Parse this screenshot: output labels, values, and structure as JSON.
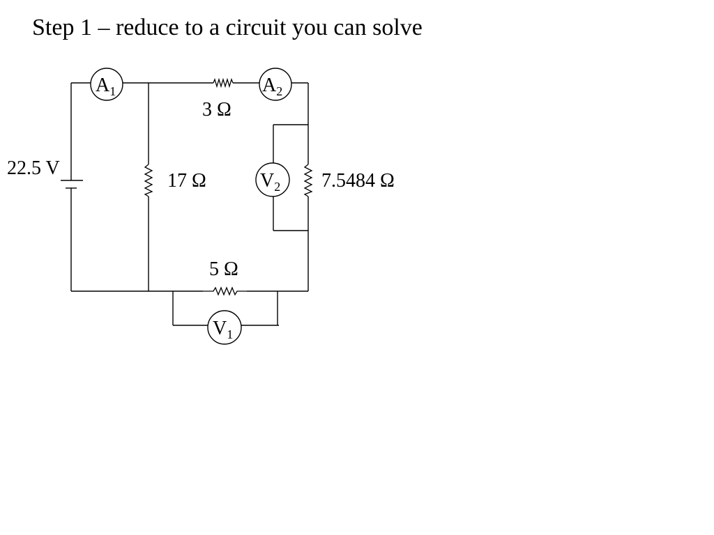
{
  "slide": {
    "title": "Step 1 – reduce to a circuit you can solve"
  },
  "circuit": {
    "source": {
      "label": "22.5 V"
    },
    "resistors": {
      "r_top": "3 Ω",
      "r_left": "17 Ω",
      "r_right": "7.5484 Ω",
      "r_bottom": "5 Ω"
    },
    "meters": {
      "a1": {
        "letter": "A",
        "index": "1"
      },
      "a2": {
        "letter": "A",
        "index": "2"
      },
      "v1": {
        "letter": "V",
        "index": "1"
      },
      "v2": {
        "letter": "V",
        "index": "2"
      }
    }
  }
}
